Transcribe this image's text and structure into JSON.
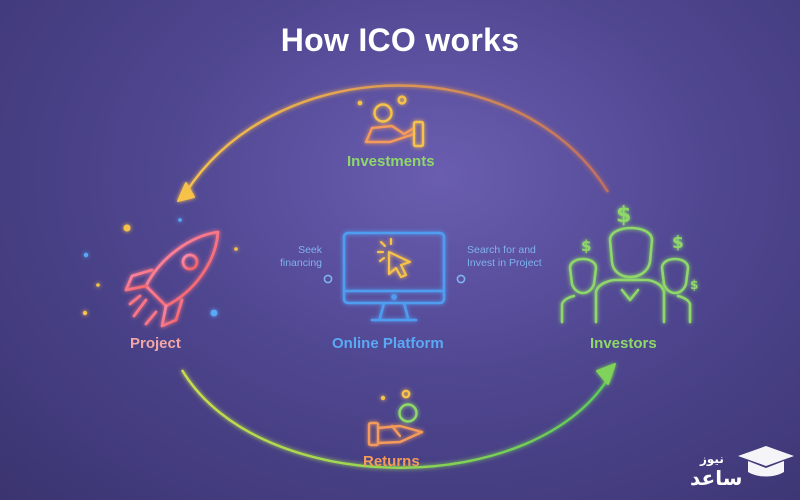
{
  "title": "How ICO works",
  "nodes": {
    "project": {
      "label": "Project",
      "color": "#f2a7a6"
    },
    "platform": {
      "label": "Online Platform",
      "color": "#5aa9f5"
    },
    "investors": {
      "label": "Investors",
      "color": "#8ed86a"
    }
  },
  "flows": {
    "investments": {
      "label": "Investments",
      "color": "#8ed86a"
    },
    "returns": {
      "label": "Returns",
      "color": "#f49a5a"
    }
  },
  "connectors": {
    "seek": {
      "line1": "Seek",
      "line2": "financing"
    },
    "search": {
      "line1": "Search for and",
      "line2": "Invest in Project"
    }
  },
  "watermark": {
    "line1": "نیوز",
    "line2": "ساعد"
  },
  "colors": {
    "top_arc_start": "#f5b94a",
    "top_arc_end": "#c9735a",
    "bottom_arc_start": "#d7e24b",
    "bottom_arc_end": "#63c95a",
    "accent_blue": "#5aa9f5"
  }
}
